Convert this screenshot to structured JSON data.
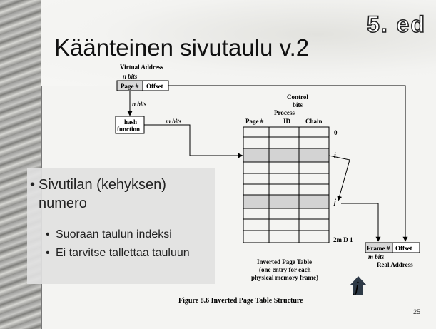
{
  "slide": {
    "title": "Käänteinen sivutaulu v.2",
    "chapter": "5. ed",
    "page_number": "25"
  },
  "bullets": {
    "main": "Sivutilan (kehyksen) numero",
    "sub": [
      "Suoraan taulun indeksi",
      "Ei tarvitse tallettaa tauluun"
    ]
  },
  "diagram": {
    "virtual_address": "Virtual Address",
    "n_bits_top": "n bits",
    "page_label": "Page #",
    "offset_label": "Offset",
    "n_bits_mid": "n bits",
    "hash_line1": "hash",
    "hash_line2": "function",
    "m_bits_hash": "m bits",
    "control_line1": "Control",
    "control_line2": "bits",
    "process_label": "Process",
    "col_page": "Page #",
    "col_id": "ID",
    "col_chain": "Chain",
    "row_zero": "0",
    "row_i": "i",
    "row_j": "j",
    "row_last": "2m D 1",
    "frame_label": "Frame #",
    "frame_offset": "Offset",
    "m_bits_frame": "m bits",
    "real_address": "Real Address",
    "table_caption": [
      "Inverted Page Table",
      "(one entry for each",
      "physical memory frame)"
    ],
    "figure_caption": "Figure 8.6  Inverted Page Table Structure",
    "j_marker": "j"
  }
}
